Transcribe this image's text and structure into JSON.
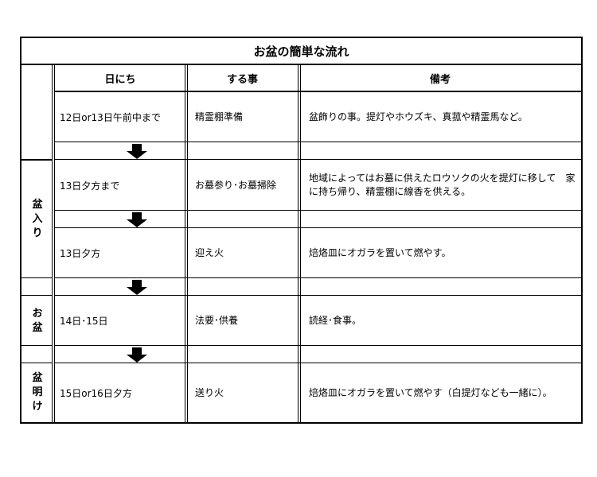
{
  "title": "お盆の簡単な流れ",
  "headers": {
    "date": "日にち",
    "task": "する事",
    "note": "備考"
  },
  "phases": {
    "bon_iri": "盆\n入\nり",
    "obon": "お\n盆",
    "bon_ake": "盆\n明\nけ"
  },
  "rows": [
    {
      "date": "12日or13日午前中まで",
      "task": "精霊棚準備",
      "note": "盆飾りの事。提灯やホウズキ、真菰や精霊馬など。"
    },
    {
      "date": "13日夕方まで",
      "task": "お墓参り･お墓掃除",
      "note": "地域によってはお墓に供えたロウソクの火を提灯に移して　家に持ち帰り、精霊棚に線香を供える。"
    },
    {
      "date": "13日夕方",
      "task": "迎え火",
      "note": "焙烙皿にオガラを置いて燃やす。"
    },
    {
      "date": "14日･15日",
      "task": "法要･供養",
      "note": "読経･食事。"
    },
    {
      "date": "15日or16日夕方",
      "task": "送り火",
      "note": "焙烙皿にオガラを置いて燃やす（白提灯なども一緒に）。"
    }
  ],
  "icons": {
    "arrow": "down-arrow-icon"
  }
}
